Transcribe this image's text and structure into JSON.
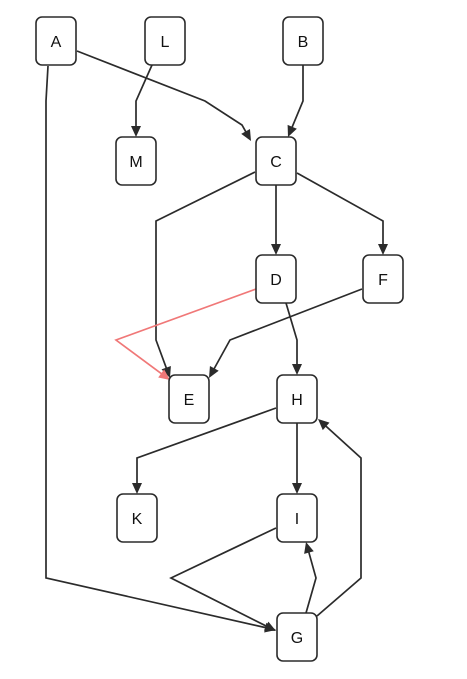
{
  "nodes": [
    {
      "id": "A",
      "label": "A"
    },
    {
      "id": "L",
      "label": "L"
    },
    {
      "id": "B",
      "label": "B"
    },
    {
      "id": "M",
      "label": "M"
    },
    {
      "id": "C",
      "label": "C"
    },
    {
      "id": "D",
      "label": "D"
    },
    {
      "id": "F",
      "label": "F"
    },
    {
      "id": "E",
      "label": "E"
    },
    {
      "id": "H",
      "label": "H"
    },
    {
      "id": "K",
      "label": "K"
    },
    {
      "id": "I",
      "label": "I"
    },
    {
      "id": "G",
      "label": "G"
    }
  ],
  "edges": [
    {
      "from": "A",
      "to": "C",
      "color": "#2b2b2b"
    },
    {
      "from": "A",
      "to": "G",
      "color": "#2b2b2b"
    },
    {
      "from": "L",
      "to": "M",
      "color": "#2b2b2b"
    },
    {
      "from": "B",
      "to": "C",
      "color": "#2b2b2b"
    },
    {
      "from": "C",
      "to": "E",
      "color": "#2b2b2b"
    },
    {
      "from": "C",
      "to": "D",
      "color": "#2b2b2b"
    },
    {
      "from": "C",
      "to": "F",
      "color": "#2b2b2b"
    },
    {
      "from": "D",
      "to": "E",
      "color": "#f07878"
    },
    {
      "from": "D",
      "to": "H",
      "color": "#2b2b2b"
    },
    {
      "from": "F",
      "to": "E",
      "color": "#2b2b2b"
    },
    {
      "from": "H",
      "to": "K",
      "color": "#2b2b2b"
    },
    {
      "from": "H",
      "to": "I",
      "color": "#2b2b2b"
    },
    {
      "from": "I",
      "to": "G",
      "color": "#2b2b2b"
    },
    {
      "from": "G",
      "to": "I",
      "color": "#2b2b2b"
    },
    {
      "from": "G",
      "to": "H",
      "color": "#2b2b2b"
    }
  ]
}
